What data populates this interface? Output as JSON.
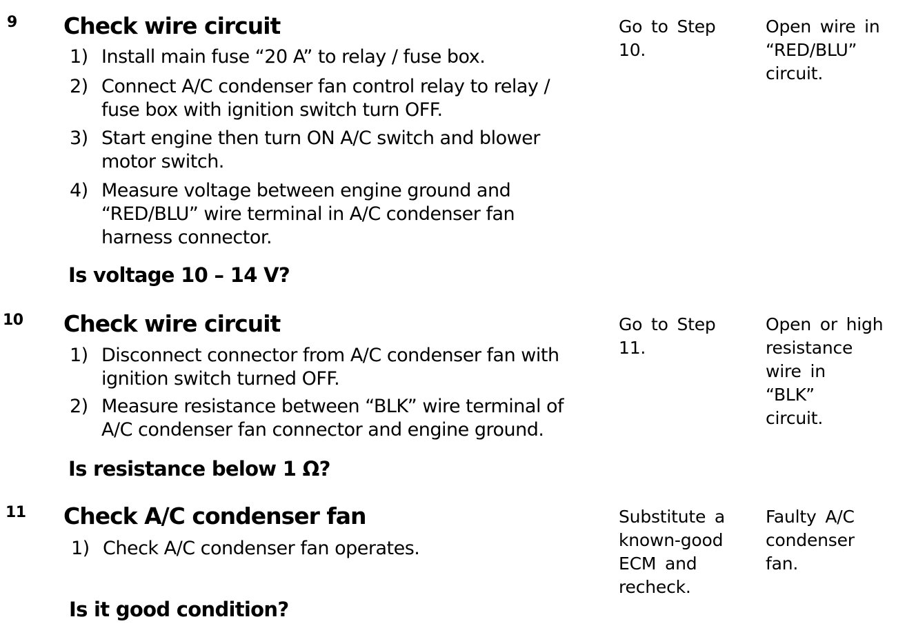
{
  "page": {
    "background_color": "#ffffff",
    "text_color": "#000000"
  },
  "table": {
    "rows": [
      {
        "step": "9",
        "title": "Check wire circuit",
        "items": [
          {
            "num": "1)",
            "text": "Install main fuse “20 A” to relay / fuse box."
          },
          {
            "num": "2)",
            "text": "Connect A/C condenser fan control relay to relay /\nfuse box with ignition switch turn OFF."
          },
          {
            "num": "3)",
            "text": "Start engine then turn ON A/C switch and blower\nmotor switch."
          },
          {
            "num": "4)",
            "text": "Measure voltage between engine ground and\n“RED/BLU” wire terminal in A/C condenser fan\nharness connector."
          }
        ],
        "question": "Is voltage 10 – 14 V?",
        "yes": "Go to Step\n10.",
        "no": "Open wire in\n“RED/BLU”\ncircuit."
      },
      {
        "step": "10",
        "title": "Check wire circuit",
        "items": [
          {
            "num": "1)",
            "text": "Disconnect connector from A/C condenser fan with\nignition switch turned OFF."
          },
          {
            "num": "2)",
            "text": "Measure resistance between “BLK” wire terminal of\nA/C condenser fan connector and engine ground."
          }
        ],
        "question": "Is resistance below 1 Ω?",
        "yes": "Go to Step\n11.",
        "no": "Open or high\nresistance\nwire in\n“BLK”\ncircuit."
      },
      {
        "step": "11",
        "title": "Check A/C condenser fan",
        "items": [
          {
            "num": "1)",
            "text": "Check A/C condenser fan operates."
          }
        ],
        "question": "Is it good condition?",
        "yes": "Substitute a\nknown-good\nECM and\nrecheck.",
        "no": "Faulty A/C\ncondenser\nfan."
      }
    ]
  }
}
